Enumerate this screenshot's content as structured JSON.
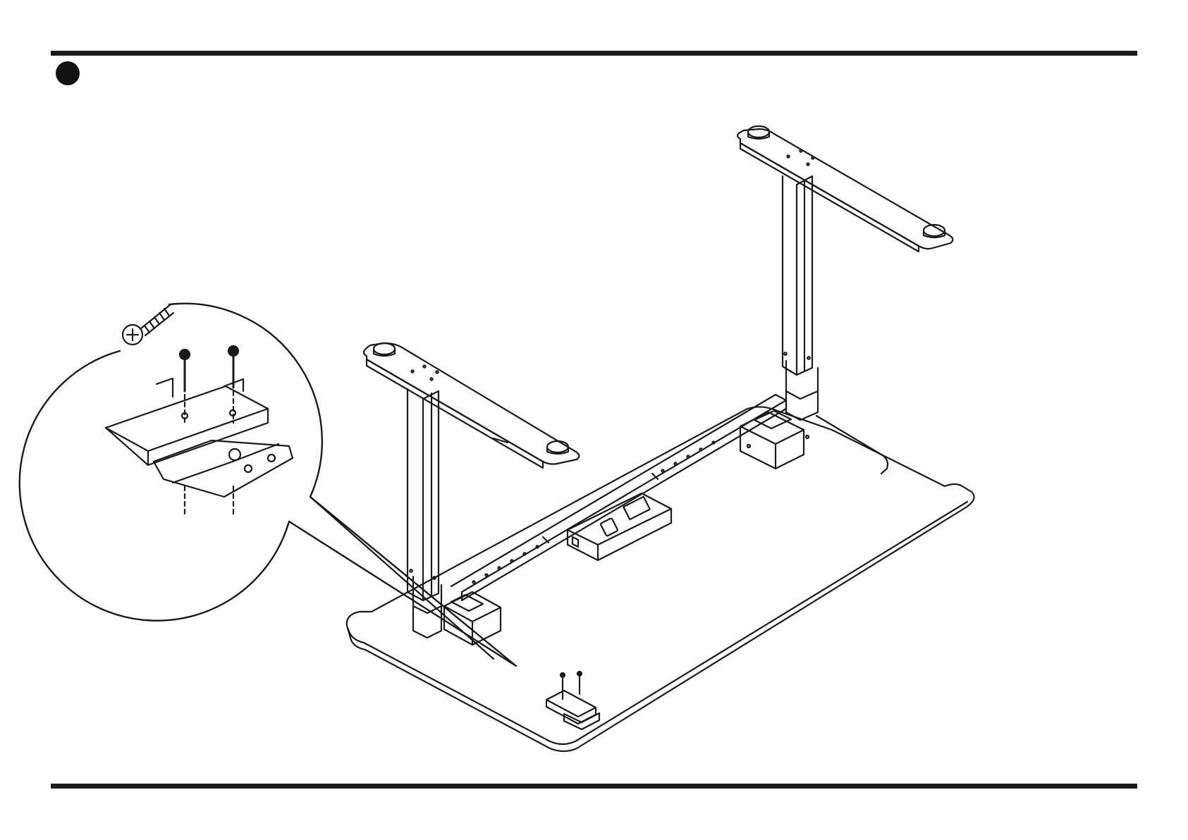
{
  "page": {
    "step_marker": "filled-circle",
    "rule_color": "#1a1a1a"
  },
  "illustration": {
    "subject": "desk-frame-underside",
    "parts": [
      "tabletop-underside",
      "left-leg-column",
      "right-leg-column",
      "left-foot",
      "right-foot",
      "crossbar",
      "control-box",
      "motor-housing",
      "hand-controller-bracket",
      "mounting-screws",
      "detail-callout"
    ]
  }
}
